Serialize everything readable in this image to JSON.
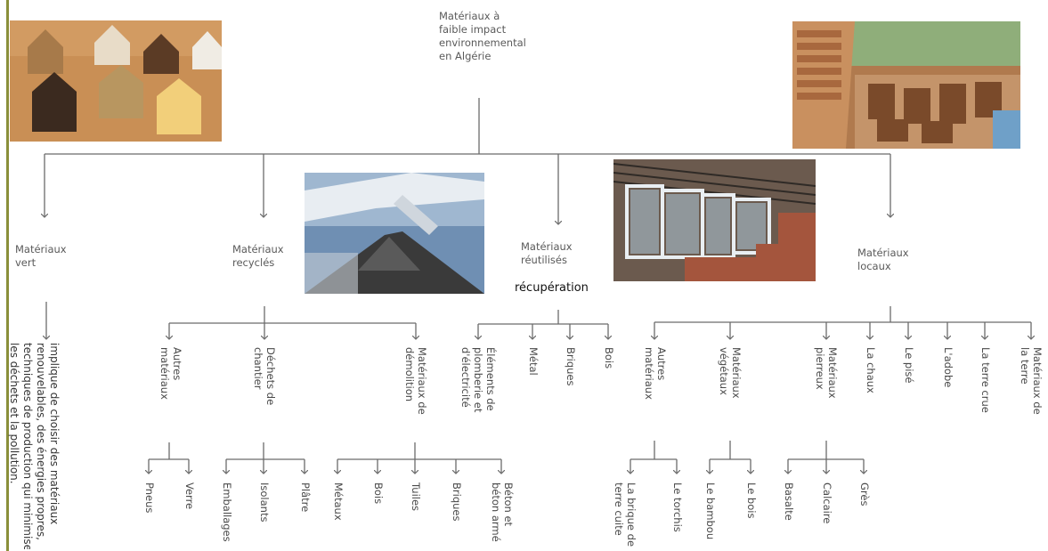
{
  "root": {
    "label": "Matériaux à\nfaible impact\nenvironnemental\nen Algérie"
  },
  "categories": {
    "vert": "Matériaux\nvert",
    "recycles": "Matériaux\nrecyclés",
    "reutilises": "Matériaux\nréutilisés",
    "recuperation": "récupération",
    "locaux": "Matériaux\nlocaux"
  },
  "vert": {
    "description": "implique de choisir des matériaux\nrenouvelables, des énergies propres,\ntechniques de production qui minimisent\nles déchets et la pollution."
  },
  "recycles": {
    "autres": "Autres\nmatériaux",
    "chantier": "Déchets de\nchantier",
    "demolition": "Matériaux de\ndémolition",
    "autres_children": [
      "Pneus",
      "Verre"
    ],
    "chantier_children": [
      "Emballages",
      "Isolants",
      "Plâtre"
    ],
    "demolition_children": [
      "Métaux",
      "Bois",
      "Tuiles",
      "Briques",
      "Béton et\nbéton armé"
    ]
  },
  "reutilises": {
    "children": [
      "Éléments de\nplomberie et\nd'électricité",
      "Métal",
      "Briques",
      "Bois"
    ]
  },
  "locaux": {
    "children": [
      "Autres\nmatériaux",
      "Matériaux\nvégétaux",
      "Matériaux\npierreux",
      "La chaux",
      "Le pisé",
      "L'adobe",
      "La terre crue",
      "Matériaux de\nla terre"
    ],
    "autres_children": [
      "La brique de\nterre cuite",
      "Le torchis"
    ],
    "vegetaux_children": [
      "Le bambou",
      "Le bois"
    ],
    "pierreux_children": [
      "Basalte",
      "Calcaire",
      "Grès"
    ]
  },
  "colors": {
    "line": "#6b6b6b",
    "accent_bar": "#8a8f3a"
  },
  "images": [
    "wooden-house-blocks-photo",
    "earth-bricks-drying-photo",
    "crushed-aggregate-pile-photo",
    "salvaged-windows-and-bricks-photo"
  ]
}
